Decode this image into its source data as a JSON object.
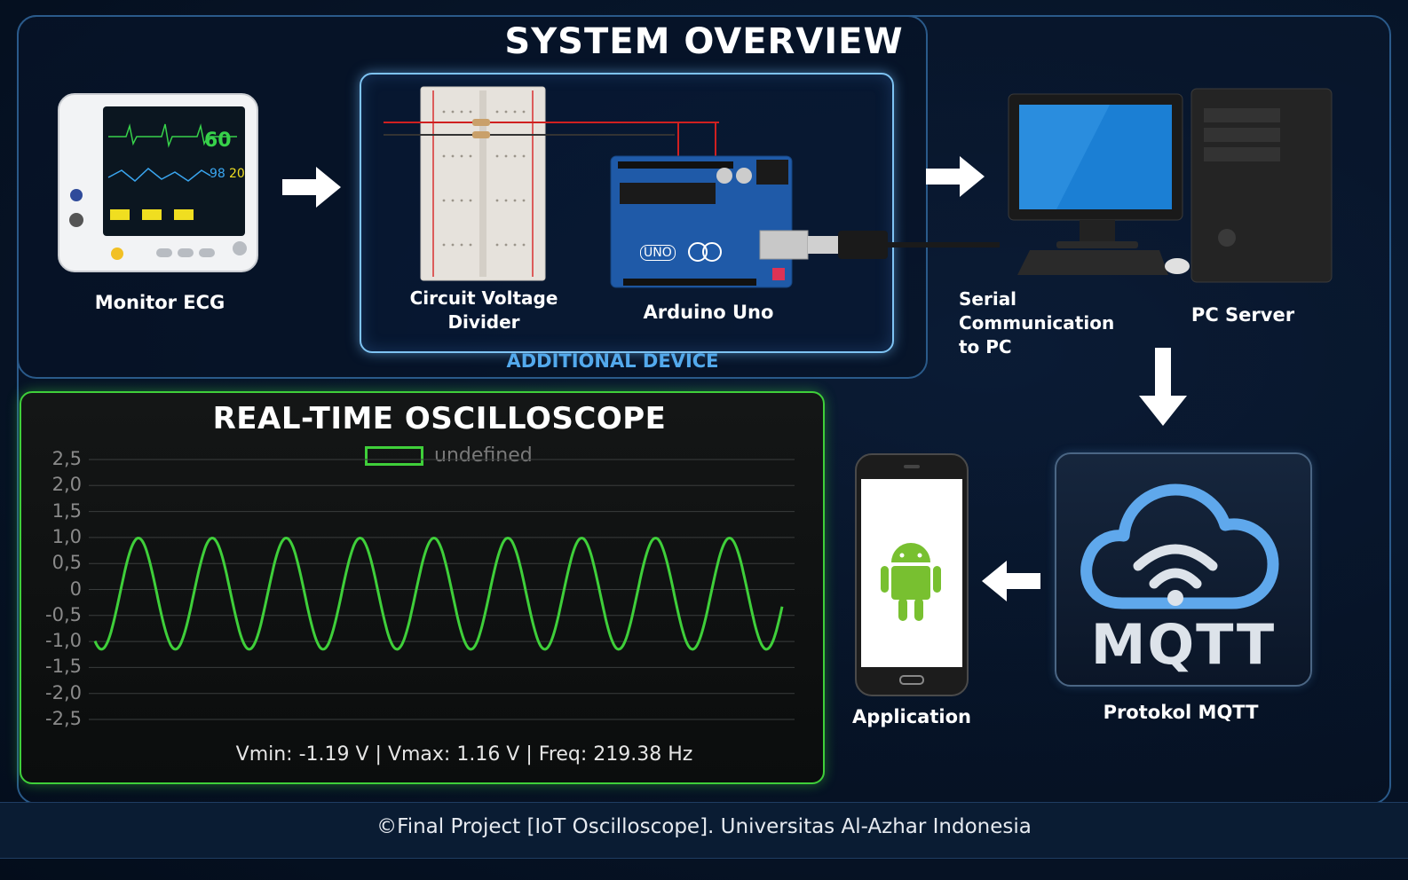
{
  "title": "SYSTEM OVERVIEW",
  "nodes": {
    "monitor_ecg": "Monitor ECG",
    "voltage_divider": "Circuit Voltage\nDivider",
    "arduino": "Arduino Uno",
    "serial": "Serial Communication\nto PC",
    "pc_server": "PC Server",
    "mqtt_protocol": "Protokol MQTT",
    "application": "Application"
  },
  "additional_device_label": "ADDITIONAL DEVICE",
  "ecg_screen": {
    "hr": "60",
    "spo2": "98",
    "rr": "20"
  },
  "arduino_logo_text": "UNO",
  "mqtt_logo_text": "MQTT",
  "oscilloscope": {
    "title": "REAL-TIME OSCILLOSCOPE",
    "legend": "undefined",
    "stats": "Vmin: -1.19 V | Vmax: 1.16 V | Freq: 219.38 Hz",
    "chart_data": {
      "type": "line",
      "yticks": [
        "2,5",
        "2,0",
        "1,5",
        "1,0",
        "0,5",
        "0",
        "-0,5",
        "-1,0",
        "-1,5",
        "-2,0",
        "-2,5"
      ],
      "ylim": [
        -2.5,
        2.5
      ],
      "series": [
        {
          "name": "undefined",
          "color": "#3fcf3a",
          "amplitude": 1.0,
          "offset": -0.08,
          "cycles": 9.3
        }
      ],
      "grid": true
    }
  },
  "footer": "©Final Project [IoT Oscilloscope]. Universitas Al-Azhar Indonesia",
  "colors": {
    "accent_green": "#3fcf3a",
    "accent_blue": "#53a9ec",
    "background": "#07162b"
  }
}
